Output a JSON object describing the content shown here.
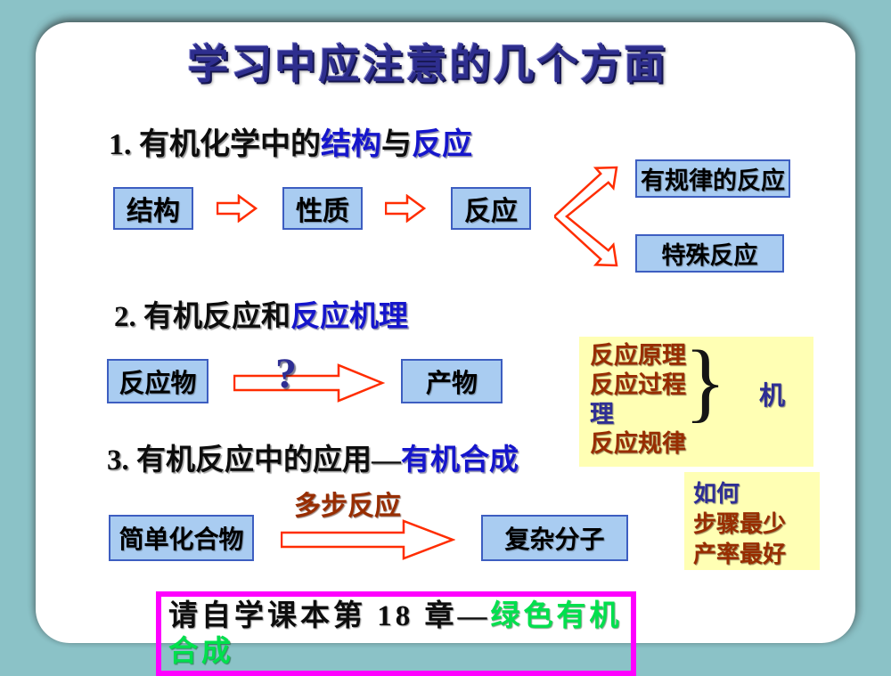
{
  "colors": {
    "background_teal": "#8bc2c7",
    "panel_white": "#ffffff",
    "box_fill": "#a9ccf1",
    "box_border": "#3d5ec1",
    "arrow_red": "#ff2d00",
    "note_yellow": "#ffffb4",
    "heading_blue": "#1515cc",
    "title_navy": "#2e2e8e",
    "maroon_text": "#982d00",
    "navy_text": "#2e2e94",
    "magenta_border": "#ff00ff",
    "green_text": "#00e04d"
  },
  "title": "学习中应注意的几个方面",
  "section1": {
    "text_black_1": "1. 有机化学中的",
    "text_blue_1": "结构",
    "text_black_2": "与",
    "text_blue_2": "反应",
    "flow": {
      "box_structure": "结构",
      "box_property": "性质",
      "box_reaction": "反应",
      "box_regular": "有规律的反应",
      "box_special": "特殊反应"
    }
  },
  "section2": {
    "text_black": "2. 有机反应和",
    "text_blue": "反应机理",
    "flow": {
      "box_reactant": "反应物",
      "question_mark": "?",
      "box_product": "产物"
    },
    "mechanism_note": {
      "line1": "反应原理",
      "line2": "反应过程",
      "line3": "反应规律",
      "brace": "}",
      "label_part1": "机",
      "label_part2": "理"
    }
  },
  "section3": {
    "text_black": "3. 有机反应中的应用—",
    "text_blue": "有机合成",
    "step_label": "多步反应",
    "flow": {
      "box_simple": "简单化合物",
      "box_complex": "复杂分子"
    },
    "goal_note": {
      "line1": "如何",
      "line2": "步骤最少",
      "line3": "产率最好"
    }
  },
  "footer": {
    "text_black": "请自学课本第 18 章—",
    "text_green": "绿色有机合成"
  }
}
